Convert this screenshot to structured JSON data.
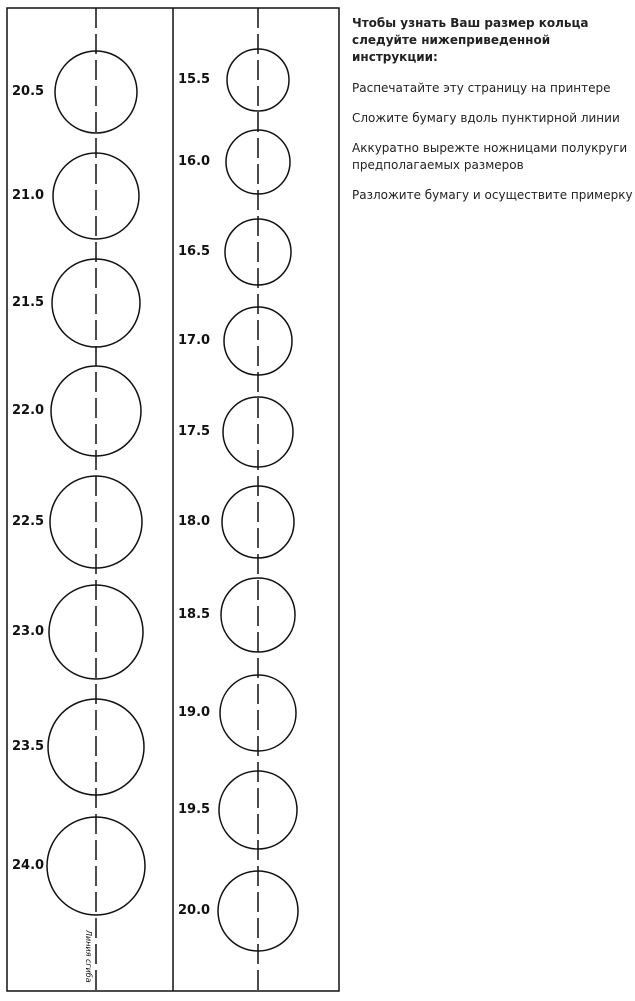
{
  "instructions": {
    "heading": "Чтобы узнать Ваш размер кольца следуйте нижеприведенной инструкции:",
    "steps": [
      "Распечатайте эту страницу на принтере",
      "Сложите бумагу вдоль пунктирной линии",
      "Аккуратно вырежте ножницами полукруги предполагаемых размеров",
      "Разложите бумагу и осуществите примерку"
    ]
  },
  "left_column": {
    "sizes": [
      "20.5",
      "21.0",
      "21.5",
      "22.0",
      "22.5",
      "23.0",
      "23.5",
      "24.0"
    ]
  },
  "right_column": {
    "sizes": [
      "15.5",
      "16.0",
      "16.5",
      "17.0",
      "17.5",
      "18.0",
      "18.5",
      "19.0",
      "19.5",
      "20.0"
    ]
  },
  "fold_line_label": "Линия сгиба"
}
